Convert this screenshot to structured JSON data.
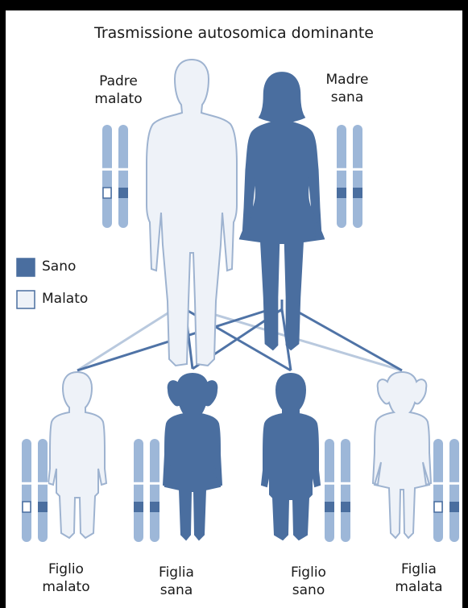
{
  "title": "Trasmissione autosomica dominante",
  "colors": {
    "affected_fill": "#eef2f8",
    "affected_stroke": "#9eb3d0",
    "healthy_fill": "#4a6e9f",
    "chromosome": "#9db7d8",
    "line_affected": "#b9c9de",
    "line_healthy": "#4f73a6"
  },
  "legend": {
    "items": [
      {
        "label": "Sano",
        "color": "#4a6e9f",
        "icon": "dark-square-icon"
      },
      {
        "label": "Malato",
        "color": "#eef2f8",
        "icon": "light-square-icon"
      }
    ]
  },
  "parents": [
    {
      "label": [
        "Padre",
        "malato"
      ],
      "status": "affected",
      "figure": "man-icon"
    },
    {
      "label": [
        "Madre",
        "sana"
      ],
      "status": "healthy",
      "figure": "woman-icon"
    }
  ],
  "children": [
    {
      "label": [
        "Figlio",
        "malato"
      ],
      "status": "affected",
      "figure": "boy-icon"
    },
    {
      "label": [
        "Figlia",
        "sana"
      ],
      "status": "healthy",
      "figure": "girl-icon"
    },
    {
      "label": [
        "Figlio",
        "sano"
      ],
      "status": "healthy",
      "figure": "boy-icon"
    },
    {
      "label": [
        "Figlia",
        "malata"
      ],
      "status": "affected",
      "figure": "girl-icon"
    }
  ]
}
